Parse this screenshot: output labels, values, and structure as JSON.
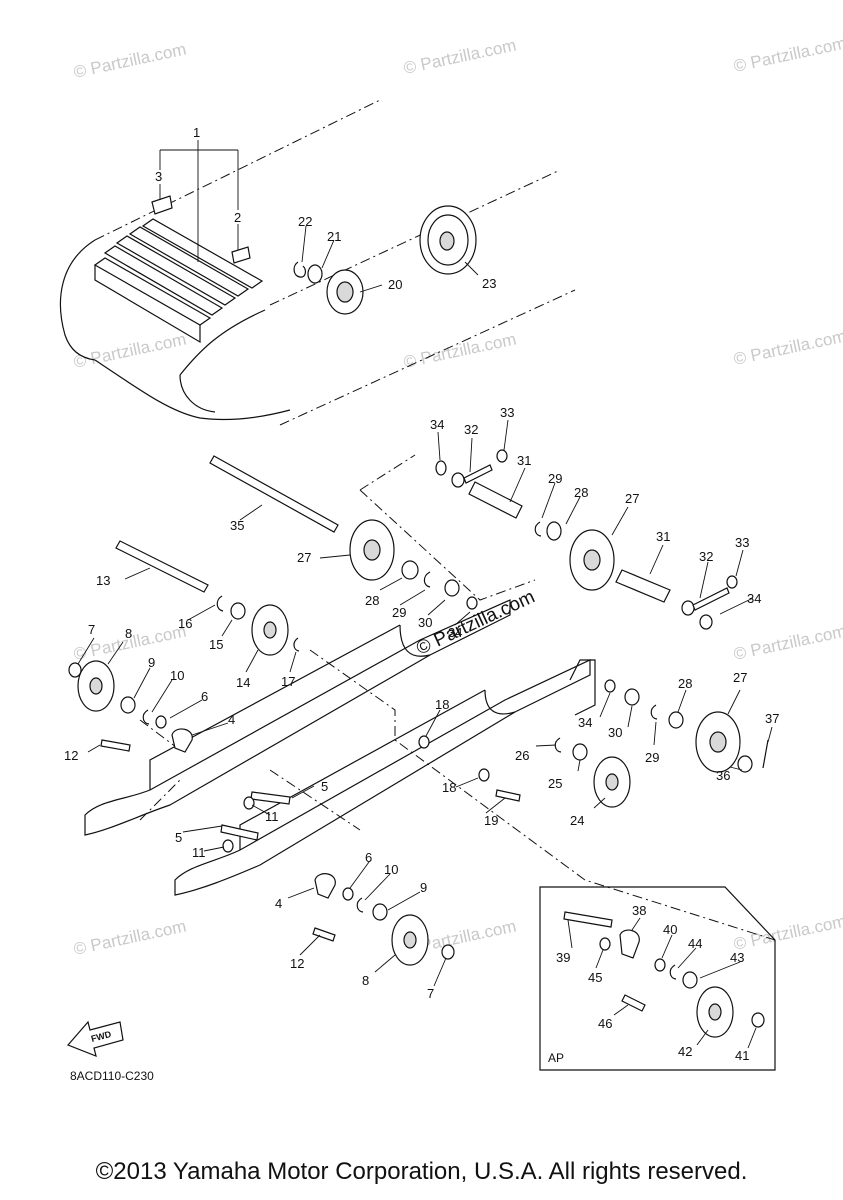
{
  "watermark": "© Partzilla.com",
  "diagram_code": "8ACD110-C230",
  "fwd_label": "FWD",
  "inset_label": "AP",
  "copyright": "©2013 Yamaha Motor Corporation, U.S.A. All rights reserved.",
  "callouts": [
    "1",
    "2",
    "3",
    "4",
    "4",
    "5",
    "5",
    "6",
    "6",
    "7",
    "7",
    "8",
    "8",
    "9",
    "9",
    "10",
    "10",
    "11",
    "11",
    "12",
    "12",
    "13",
    "14",
    "15",
    "16",
    "17",
    "18",
    "18",
    "19",
    "20",
    "21",
    "22",
    "23",
    "24",
    "25",
    "26",
    "27",
    "27",
    "27",
    "28",
    "28",
    "28",
    "29",
    "29",
    "29",
    "30",
    "30",
    "31",
    "31",
    "32",
    "32",
    "33",
    "33",
    "34",
    "34",
    "34",
    "34",
    "35",
    "36",
    "37",
    "38",
    "39",
    "40",
    "41",
    "42",
    "43",
    "44",
    "45",
    "46"
  ]
}
